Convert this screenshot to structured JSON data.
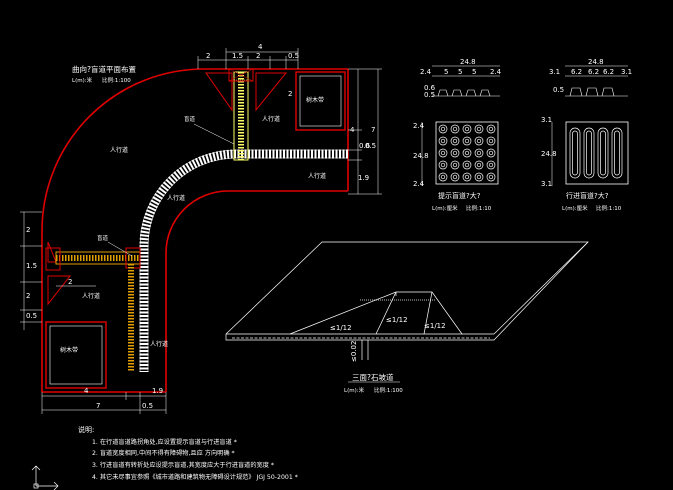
{
  "plan": {
    "title": "曲向?盲道平面布置",
    "subtitle": "比例:1:100",
    "unit": "L(m):米",
    "label_sidewalk": "人行道",
    "label_planter": "树木带",
    "label_blind_path": "盲道",
    "dims_top": [
      "4",
      "2",
      "1.5",
      "2",
      "0.5"
    ],
    "dims_right": [
      "2",
      "4",
      "0.6",
      "0.5",
      "7",
      "1.9"
    ],
    "dims_left": [
      "2",
      "1.5",
      "2",
      "0.5"
    ],
    "dims_bottom": [
      "4",
      "1.9",
      "7",
      "0.5"
    ],
    "dim_small": "2"
  },
  "tile_warning": {
    "title": "提示盲道?大?",
    "subtitle": "比例:1:10",
    "unit": "L(m):厘米",
    "dim_top": "24.8",
    "dims_sub": [
      "2.4",
      "5",
      "5",
      "5",
      "2.4"
    ],
    "dim_side": [
      "2.4",
      "24.8",
      "2.4"
    ],
    "dim_h": [
      "0.6",
      "0.5"
    ]
  },
  "tile_guide": {
    "title": "行进盲道?大?",
    "subtitle": "比例:1:10",
    "unit": "L(m):厘米",
    "dim_top": "24.8",
    "dims_sub": [
      "3.1",
      "6.2",
      "6.2",
      "6.2",
      "3.1"
    ],
    "dim_side": [
      "3.1",
      "24.8",
      "3.1"
    ],
    "dim_h": [
      "0.5"
    ]
  },
  "ramp": {
    "title": "三面?石坡道",
    "subtitle": "比例:1:100",
    "unit": "L(m):米",
    "slope1": "≤1/12",
    "slope2": "≤1/12",
    "slope3": "≤1/12",
    "dim": "≤0.02"
  },
  "notes": {
    "heading": "说明:",
    "items": [
      "1. 在行道盲道路拐角处,应设置提示盲道与行进盲道 *",
      "2. 盲道宽度相同,中间不得有障碍物,且应  方向明确 *",
      "3. 行进盲道有转折处应设提示盲道,其宽度应大于行进盲道的宽度 *",
      "4. 其它未尽事宜参照《城市道路和建筑物无障碍设计规范》 JGJ 50-2001 *"
    ]
  },
  "colors": {
    "red": "#e00000",
    "yellow": "#ffff66",
    "white": "#ffffff",
    "bg": "#000000"
  }
}
